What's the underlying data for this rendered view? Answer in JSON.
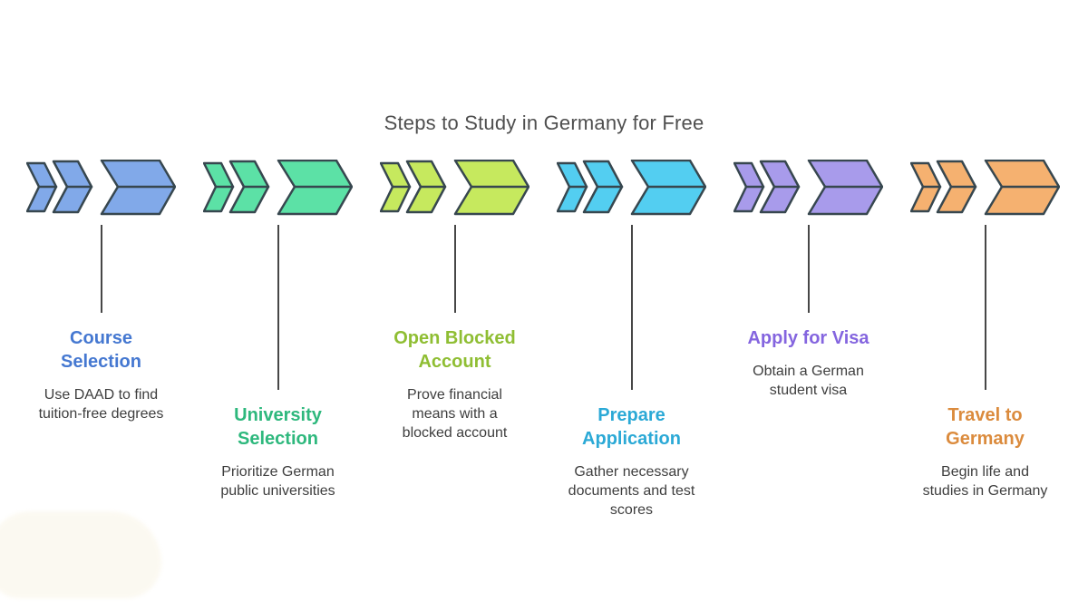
{
  "title": "Steps to Study in Germany for Free",
  "colors": {
    "outline": "#37474F",
    "connector": "#474747",
    "heading": "#4F4F4F",
    "description": "#3E3E3E"
  },
  "steps": [
    {
      "title": "Course\nSelection",
      "desc": "Use DAAD to find\ntuition-free degrees",
      "color": "#81A9E9",
      "title_color": "#4578D1"
    },
    {
      "title": "University\nSelection",
      "desc": "Prioritize German\npublic universities",
      "color": "#5CE1A6",
      "title_color": "#2EB87D"
    },
    {
      "title": "Open Blocked\nAccount",
      "desc": "Prove financial\nmeans with a\nblocked account",
      "color": "#C6E95E",
      "title_color": "#8FBE33"
    },
    {
      "title": "Prepare\nApplication",
      "desc": "Gather necessary\ndocuments and test\nscores",
      "color": "#53CEF1",
      "title_color": "#2BA9D6"
    },
    {
      "title": "Apply for Visa",
      "desc": "Obtain a German\nstudent visa",
      "color": "#A89BEB",
      "title_color": "#8465DF"
    },
    {
      "title": "Travel to\nGermany",
      "desc": "Begin life and\nstudies in Germany",
      "color": "#F5B170",
      "title_color": "#DB8B3D"
    }
  ]
}
